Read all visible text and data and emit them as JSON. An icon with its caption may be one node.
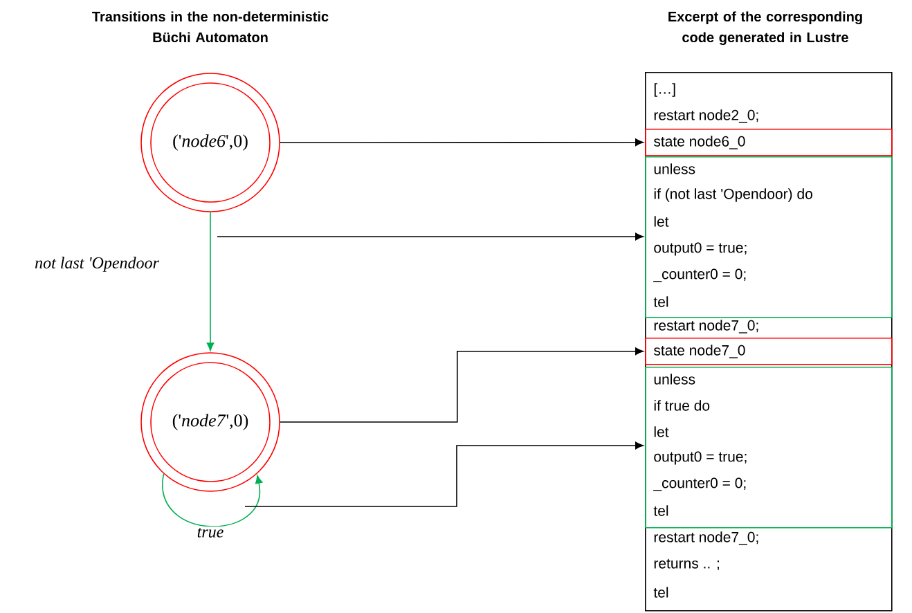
{
  "diagram": {
    "nodes": [
      {
        "text": [
          "('*node6*',0)"
        ]
      },
      {
        "text": [
          "('*node7*',0)"
        ]
      },
      {
        "text": [
          "[…]",
          "restart node2_0;",
          "restart node7_0;",
          "restart node7_0;",
          "returns .. ;",
          "tel"
        ]
      },
      {
        "text": [
          "state node6_0"
        ],
        "in": 2
      },
      {
        "text": [
          "unless",
          "if (not last 'Opendoor) do",
          "let",
          "output0 = true;",
          "_counter0 = 0;",
          "tel"
        ],
        "in": 2
      },
      {
        "text": [
          "state node7_0"
        ],
        "in": 2
      },
      {
        "text": [
          "unless",
          "if true do",
          "let",
          "output0 = true;",
          "_counter0 = 0;",
          "tel"
        ],
        "in": 2
      }
    ],
    "edges": [
      {
        "from": 0,
        "to": 3,
        "arrow": "to"
      },
      {
        "from": 0,
        "to": 1,
        "arrow": "to",
        "label": "not last 'Opendoor",
        "color": "#00b050"
      },
      {
        "from": 1,
        "to": 1,
        "arrow": "to",
        "label": "true",
        "color": "#00b050"
      },
      {
        "from": null,
        "to": 4,
        "arrow": "to"
      },
      {
        "from": 1,
        "to": 5,
        "arrow": "to"
      },
      {
        "from": null,
        "to": 6,
        "arrow": "to"
      }
    ],
    "labels": [
      "Transitions in the non-deterministic Büchi Automaton",
      "Excerpt of the corresponding code generated in Lustre"
    ]
  }
}
